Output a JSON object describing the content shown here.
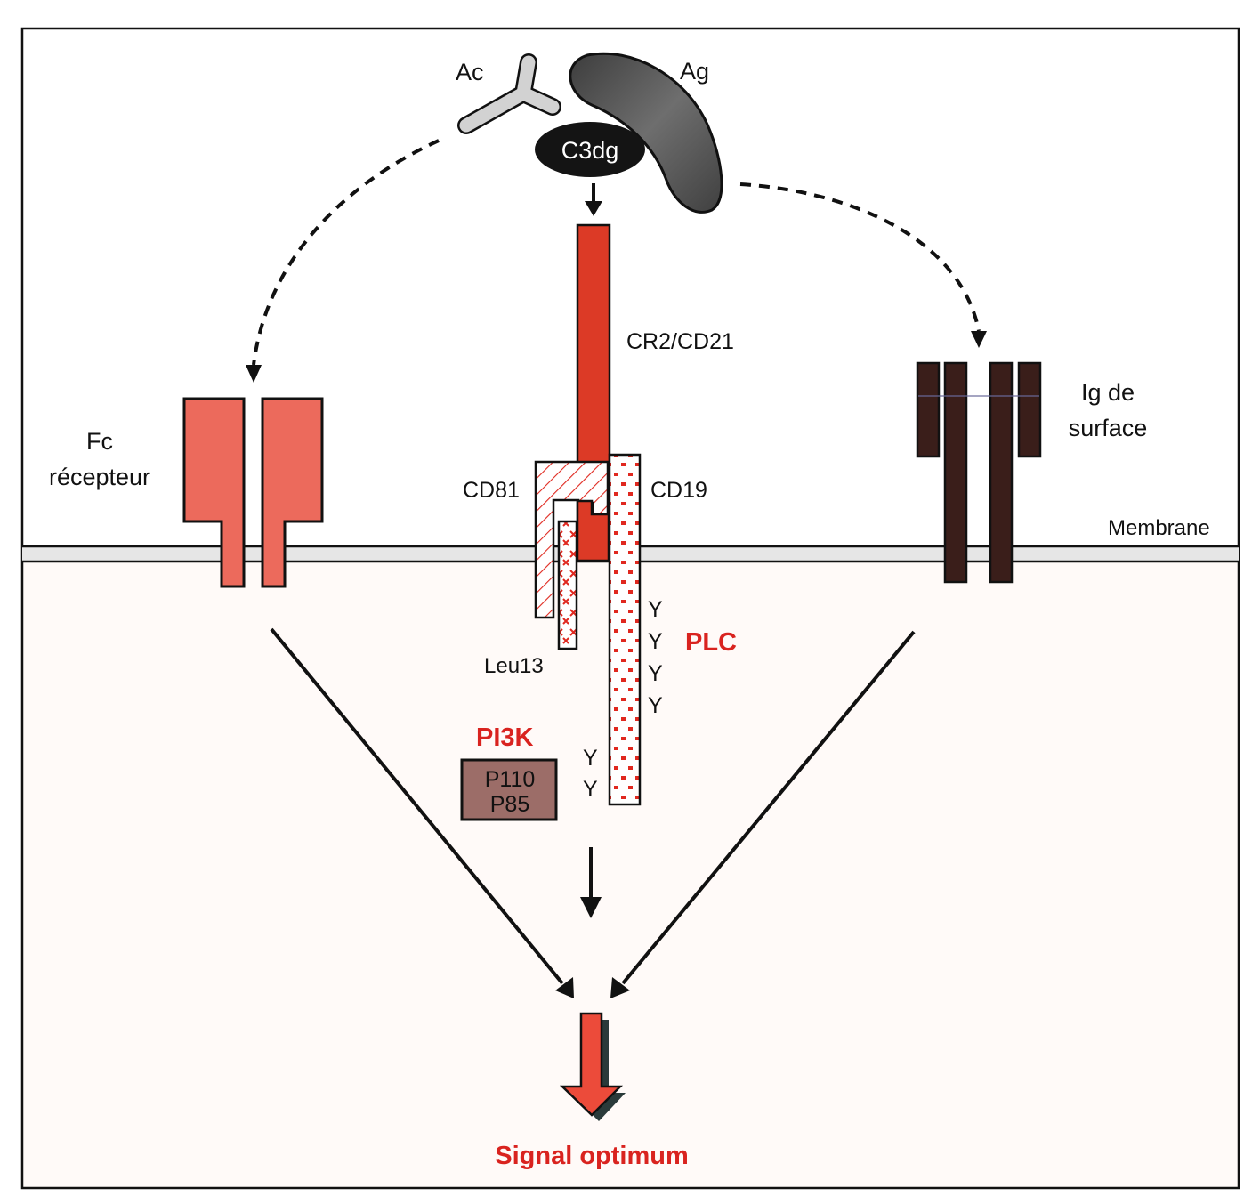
{
  "colors": {
    "accent_red": "#d9231f",
    "cr2_fill": "#dc3a26",
    "fc_fill": "#ec6a5c",
    "ig_fill": "#3a1e1a",
    "pi3k_box_fill": "#9c6d68",
    "membrane_fill": "#e6e6e6",
    "ac_fill": "#d2d2d2",
    "ag_fill": "#505050",
    "c3dg_fill": "#141414",
    "signal_arrow_fill": "#ec4b3a",
    "cytoplasm_tint": "#fffaf8"
  },
  "labels": {
    "ac": "Ac",
    "ag": "Ag",
    "c3dg": "C3dg",
    "cr2_cd21": "CR2/CD21",
    "fc_line1": "Fc",
    "fc_line2": "récepteur",
    "ig_line1": "Ig de",
    "ig_line2": "surface",
    "membrane": "Membrane",
    "cd81": "CD81",
    "cd19": "CD19",
    "leu13": "Leu13",
    "plc": "PLC",
    "pi3k": "PI3K",
    "p110": "P110",
    "p85": "P85",
    "signal": "Signal optimum"
  },
  "tyrosines": {
    "symbol": "Y",
    "plc_side": [
      "Y",
      "Y",
      "Y",
      "Y"
    ],
    "pi3k_side": [
      "Y",
      "Y"
    ]
  }
}
